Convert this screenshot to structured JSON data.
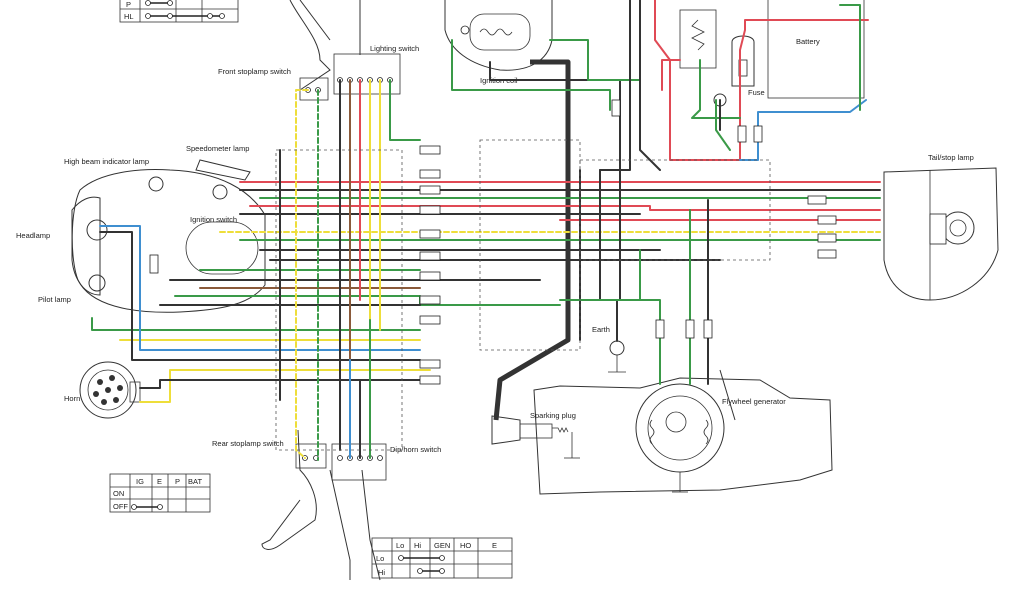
{
  "labels": {
    "lighting_switch": "Lighting switch",
    "front_stoplamp_switch": "Front stoplamp switch",
    "speedometer_lamp": "Speedometer lamp",
    "high_beam_indicator_lamp": "High beam indicator lamp",
    "ignition_switch": "Ignition switch",
    "headlamp": "Headlamp",
    "pilot_lamp": "Pilot lamp",
    "horn": "Horn",
    "rear_stoplamp_switch": "Rear stoplamp switch",
    "dip_horn_switch": "Dip/horn switch",
    "ignition_coil": "Ignition coil",
    "battery": "Battery",
    "fuse": "Fuse",
    "tail_stop_lamp": "Tail/stop lamp",
    "earth": "Earth",
    "sparking_plug": "Sparking plug",
    "flywheel_generator": "Flywheel generator"
  },
  "tables": {
    "lighting": {
      "rows": [
        "P",
        "HL"
      ]
    },
    "ignition": {
      "headers": [
        "",
        "IG",
        "E",
        "P",
        "BAT"
      ],
      "rows": [
        "ON",
        "OFF"
      ]
    },
    "dip": {
      "headers": [
        "",
        "Lo",
        "Hi",
        "GEN",
        "HO",
        "E"
      ],
      "rows": [
        "Lo",
        "Hi"
      ]
    }
  },
  "wire_colors": {
    "black": "#333333",
    "green": "#3a9a48",
    "red": "#e04a55",
    "blue": "#3f8fd0",
    "yellow": "#eede3a",
    "brown": "#8a5a3a"
  }
}
